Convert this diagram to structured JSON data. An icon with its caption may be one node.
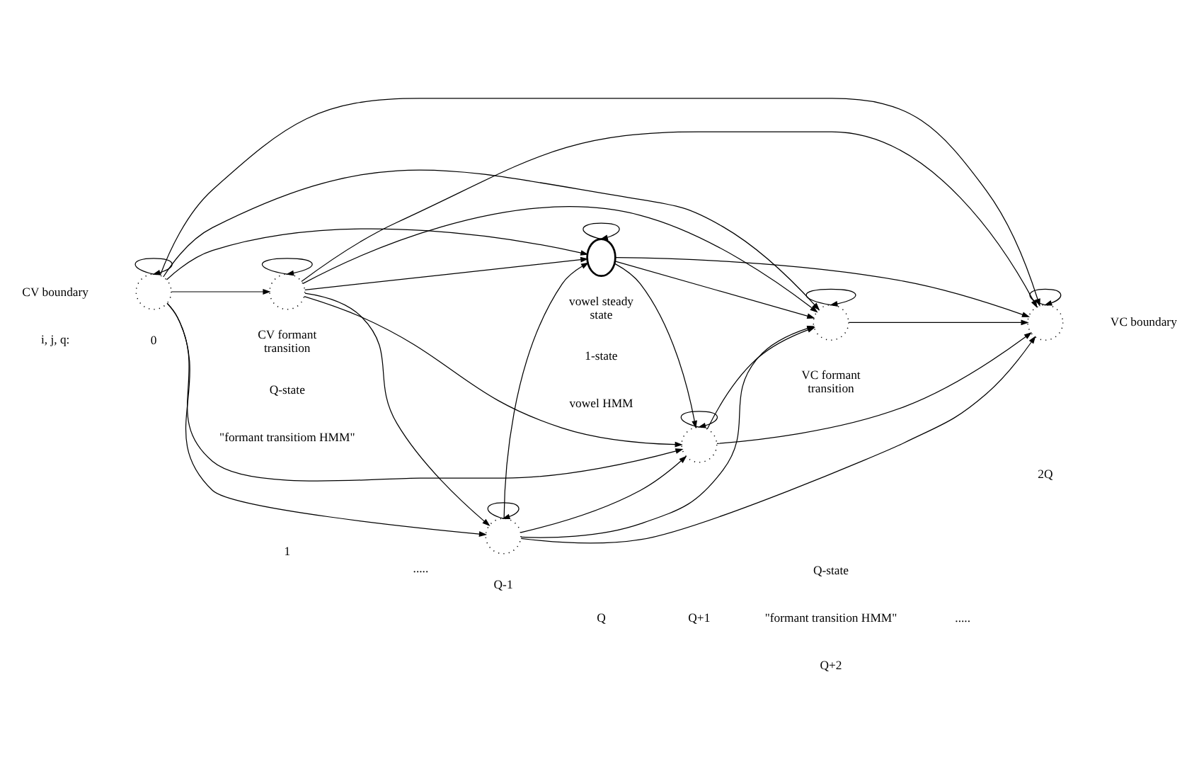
{
  "diagram": {
    "nodes": [
      {
        "text": [],
        "shape": "circle"
      },
      {
        "text": [],
        "shape": "circle"
      },
      {
        "text": [],
        "shape": "circle"
      },
      {
        "text": [],
        "shape": "ellipse"
      },
      {
        "text": [],
        "shape": "circle"
      },
      {
        "text": [],
        "shape": "circle"
      },
      {
        "text": [],
        "shape": "circle"
      }
    ],
    "edges": [
      {
        "from": 0,
        "to": 0,
        "arrow": "to"
      },
      {
        "from": 1,
        "to": 1,
        "arrow": "to"
      },
      {
        "from": 2,
        "to": 2,
        "arrow": "to"
      },
      {
        "from": 3,
        "to": 3,
        "arrow": "to"
      },
      {
        "from": 4,
        "to": 4,
        "arrow": "to"
      },
      {
        "from": 5,
        "to": 5,
        "arrow": "to"
      },
      {
        "from": 6,
        "to": 6,
        "arrow": "to"
      },
      {
        "from": 0,
        "to": 1,
        "arrow": "to"
      },
      {
        "from": 0,
        "to": 2,
        "arrow": "to"
      },
      {
        "from": 0,
        "to": 3,
        "arrow": "to"
      },
      {
        "from": 0,
        "to": 4,
        "arrow": "to"
      },
      {
        "from": 0,
        "to": 5,
        "arrow": "to"
      },
      {
        "from": 0,
        "to": 6,
        "arrow": "to"
      },
      {
        "from": 1,
        "to": 2,
        "arrow": "to"
      },
      {
        "from": 1,
        "to": 3,
        "arrow": "to"
      },
      {
        "from": 1,
        "to": 4,
        "arrow": "to"
      },
      {
        "from": 1,
        "to": 5,
        "arrow": "to"
      },
      {
        "from": 1,
        "to": 6,
        "arrow": "to"
      },
      {
        "from": 2,
        "to": 3,
        "arrow": "to"
      },
      {
        "from": 2,
        "to": 4,
        "arrow": "to"
      },
      {
        "from": 2,
        "to": 5,
        "arrow": "to"
      },
      {
        "from": 2,
        "to": 6,
        "arrow": "to"
      },
      {
        "from": 3,
        "to": 4,
        "arrow": "to"
      },
      {
        "from": 3,
        "to": 5,
        "arrow": "to"
      },
      {
        "from": 3,
        "to": 6,
        "arrow": "to"
      },
      {
        "from": 4,
        "to": 5,
        "arrow": "to"
      },
      {
        "from": 4,
        "to": 6,
        "arrow": "to"
      },
      {
        "from": 5,
        "to": 6,
        "arrow": "to"
      }
    ],
    "labels": [
      "CV boundary",
      "VC boundary",
      "CV formant transition",
      "vowel steady state",
      "VC formant transition",
      "Q-state",
      "1-state",
      "Q-state",
      "\"formant transitiom HMM\"",
      "vowel HMM",
      "\"formant transition HMM\"",
      "i, j, q:",
      "0",
      "1",
      ".....",
      "Q-1",
      "Q",
      "Q+1",
      "Q+2",
      ".....",
      "2Q"
    ]
  }
}
